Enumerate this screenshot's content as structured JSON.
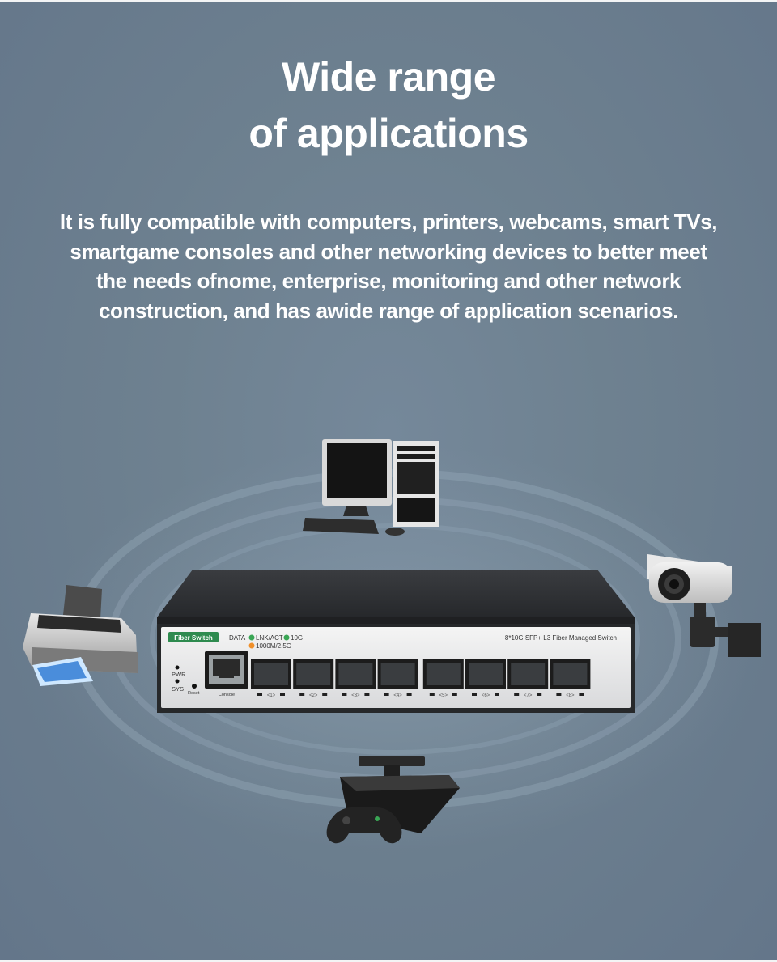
{
  "headline": {
    "line1": "Wide range",
    "line2": "of applications"
  },
  "description": {
    "lines": [
      "It is fully compatible with computers, printers, webcams, smart TVs,",
      "smartgame consoles and other networking devices to better meet",
      "the needs ofnome, enterprise, monitoring and other network",
      "construction, and has awide range of application scenarios."
    ]
  },
  "switch": {
    "badge": "Fiber Switch",
    "data_label": "DATA",
    "lnk_label": "LNK/ACT",
    "tenG_label": "10G",
    "speed_label": "1000M/2.5G",
    "model": "8*10G SFP+ L3 Fiber Managed Switch",
    "pwr_label": "PWR",
    "sys_label": "SYS",
    "reset_label": "Reset",
    "console_label": "Console",
    "port_labels": [
      "1",
      "2",
      "3",
      "4",
      "5",
      "6",
      "7",
      "8"
    ],
    "colors": {
      "led_green": "#3aa655",
      "led_orange": "#f0902a",
      "badge_green": "#2e8b4f"
    }
  },
  "devices": [
    "desktop-computer-icon",
    "printer-icon",
    "security-camera-icon",
    "game-console-icon"
  ]
}
